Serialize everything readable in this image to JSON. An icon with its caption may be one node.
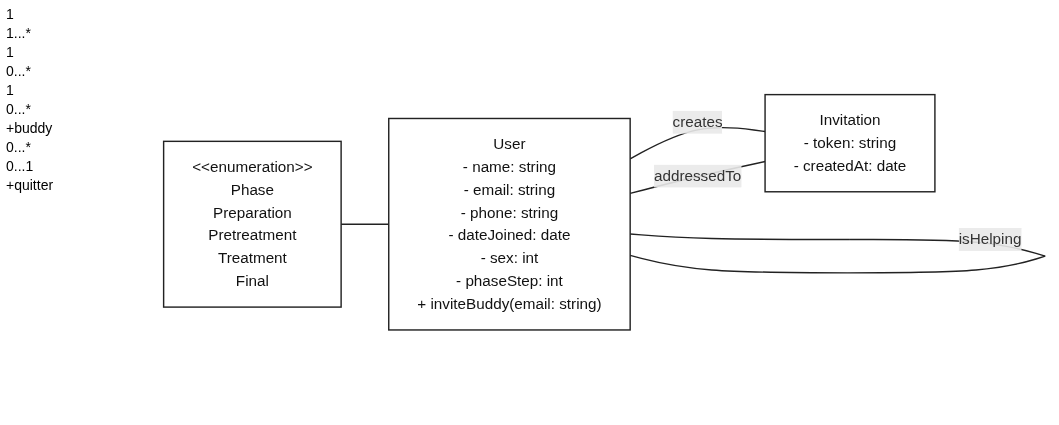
{
  "diagram": {
    "nodes": [
      {
        "text": [
          "<<enumeration>>",
          "Phase",
          "Preparation",
          "Pretreatment",
          "Treatment",
          "Final"
        ]
      },
      {
        "text": [
          "User",
          "- name: string",
          "- email: string",
          "- phone: string",
          "- dateJoined: date",
          "- sex: int",
          "- phaseStep: int",
          "+ inviteBuddy(email: string)"
        ]
      },
      {
        "text": [
          "Invitation",
          "- token: string",
          "- createdAt: date"
        ]
      }
    ],
    "edges": [
      {
        "from": 0,
        "to": 1,
        "arrow": "none"
      },
      {
        "from": 1,
        "to": 2,
        "arrow": "none",
        "label": "creates"
      },
      {
        "from": 1,
        "to": 2,
        "arrow": "none",
        "label": "addressedTo"
      },
      {
        "from": 1,
        "to": 1,
        "arrow": "none",
        "label": "isHelping"
      }
    ],
    "labels": [
      "1",
      "1...*",
      "1",
      "0...*",
      "1",
      "0...*",
      "+buddy",
      "0...*",
      "0...1",
      "+quitter"
    ]
  }
}
